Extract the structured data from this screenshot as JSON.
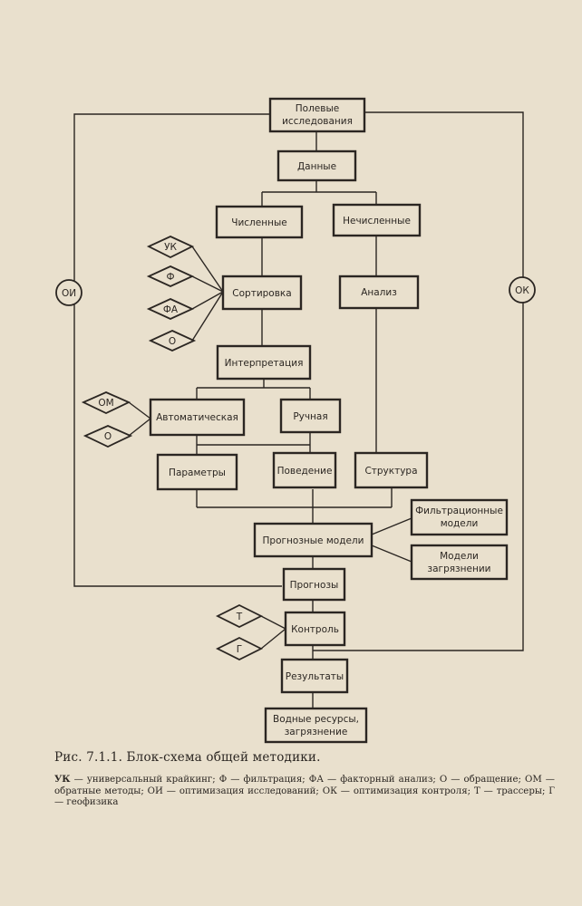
{
  "nodes": {
    "field": [
      "Полевые",
      "исследования"
    ],
    "data": "Данные",
    "numeric": "Численные",
    "nonnumeric": "Нечисленные",
    "sorting": "Сортировка",
    "analysis": "Анализ",
    "interpretation": "Интерпретация",
    "automatic": "Автоматическая",
    "manual": "Ручная",
    "parameters": "Параметры",
    "behavior": "Поведение",
    "structure": "Структура",
    "forecast_models": "Прогнозные модели",
    "filtration_models": [
      "Фильтрационные",
      "модели"
    ],
    "pollution_models": [
      "Модели",
      "загрязнении"
    ],
    "forecasts": "Прогнозы",
    "control": "Контроль",
    "results": "Результаты",
    "water": [
      "Водные ресурсы,",
      "загрязнение"
    ]
  },
  "tags": {
    "uk": "УК",
    "f": "Ф",
    "fa": "ФА",
    "o1": "О",
    "om": "ОМ",
    "o2": "О",
    "t": "Т",
    "g": "Г",
    "oi": "ОИ",
    "ok": "ОК"
  },
  "caption": "Рис. 7.1.1. Блок-схема общей методики.",
  "legend": {
    "abbr": "УК",
    "text": " — универсальный крайкинг; Ф — фильтрация; ФА — факторный анализ; О — обращение; ОМ — обратные методы; ОИ — оптимизация исследований; ОК — оптимизация контроля; Т — трассеры; Г — геофизика"
  }
}
